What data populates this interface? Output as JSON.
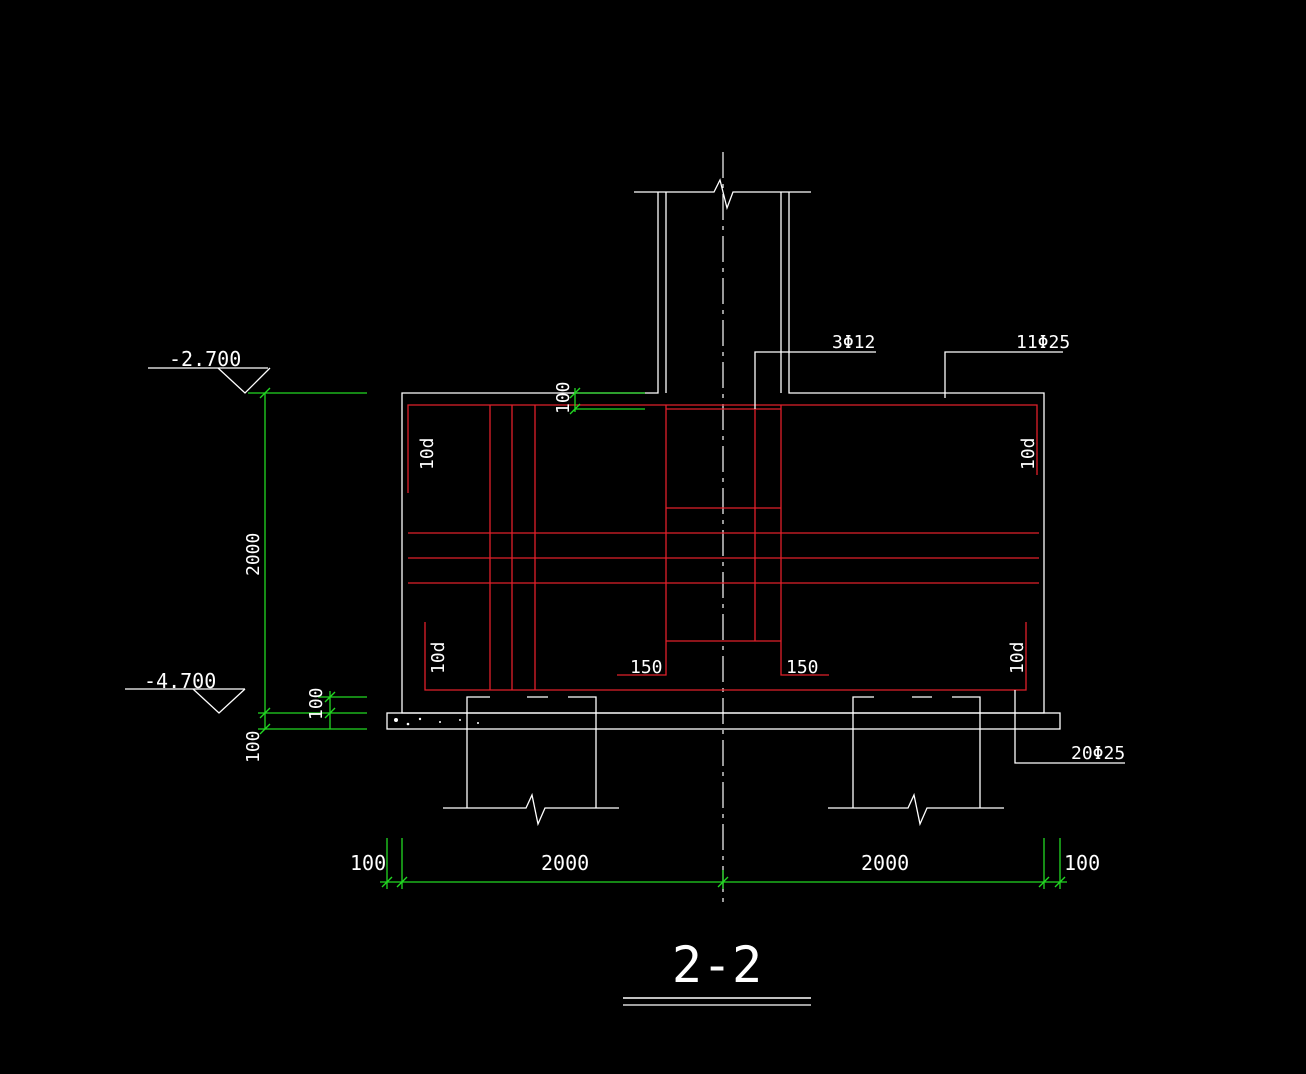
{
  "drawing": {
    "title": "2-2",
    "elevations": {
      "top": "-2.700",
      "bottom": "-4.700"
    },
    "rebar_labels": {
      "stirrup": "3Φ12",
      "top_bars": "11Φ25",
      "bottom_bars": "20Φ25"
    },
    "anchorage_labels": {
      "top_left": "10d",
      "top_right": "10d",
      "bottom_left": "10d",
      "bottom_right": "10d"
    },
    "column_offset_labels": {
      "left": "150",
      "right": "150"
    },
    "dimensions": {
      "cover_top": "100",
      "height": "2000",
      "cover_bottom": "100",
      "cushion": "100",
      "left_edge": "100",
      "left_width": "2000",
      "right_width": "2000",
      "right_edge": "100"
    },
    "colors": {
      "background": "#000000",
      "outline": "#ffffff",
      "rebar": "#e0202a",
      "dimension": "#22d822"
    }
  }
}
